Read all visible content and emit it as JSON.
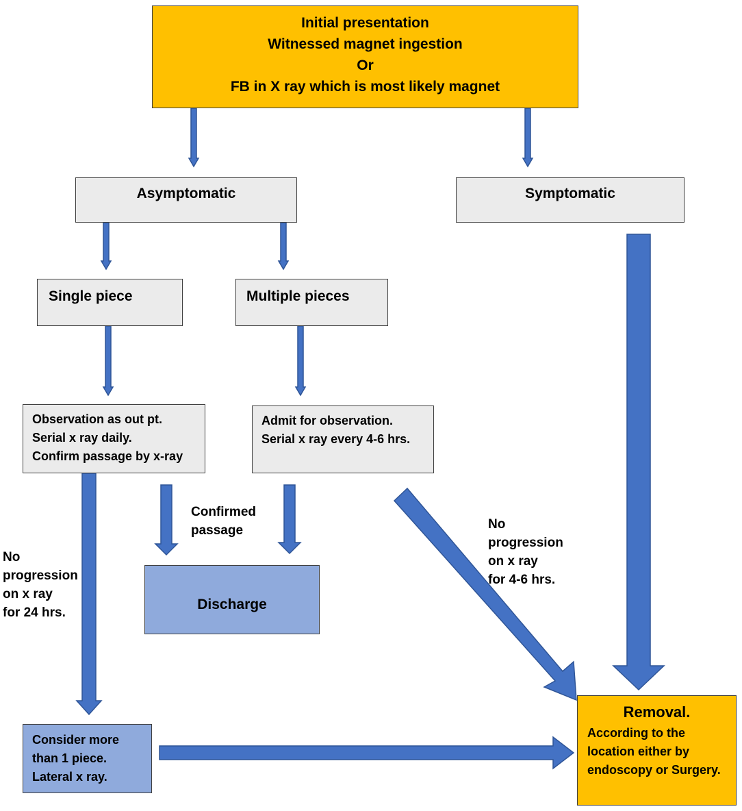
{
  "nodes": {
    "initial": {
      "lines": [
        "Initial presentation",
        "Witnessed magnet ingestion",
        "Or",
        "FB in X ray which is most likely magnet"
      ]
    },
    "asymptomatic": {
      "text": "Asymptomatic"
    },
    "symptomatic": {
      "text": "Symptomatic"
    },
    "single": {
      "text": "Single piece"
    },
    "multiple": {
      "text": "Multiple pieces"
    },
    "observation": {
      "lines": [
        "Observation as out pt.",
        "Serial x ray daily.",
        "Confirm passage by x-ray"
      ]
    },
    "admit": {
      "lines": [
        "Admit for observation.",
        "Serial x ray every 4-6 hrs."
      ]
    },
    "discharge": {
      "text": "Discharge"
    },
    "consider": {
      "lines": [
        "Consider more",
        "than 1 piece.",
        "Lateral x ray."
      ]
    },
    "removal": {
      "title": "Removal.",
      "lines": [
        "According to the",
        "location either by",
        "endoscopy or Surgery."
      ]
    }
  },
  "edge_labels": {
    "confirmed": [
      "Confirmed",
      "passage"
    ],
    "no_prog_24": [
      "No",
      "progression",
      "on x ray",
      "for 24 hrs."
    ],
    "no_prog_46": [
      "No",
      "progression",
      "on x ray",
      "for 4-6 hrs."
    ]
  },
  "colors": {
    "arrow_fill": "#4472c4",
    "arrow_stroke": "#2f5597",
    "orange": "#ffc000",
    "gray": "#ebebeb",
    "light_blue": "#8faadc"
  }
}
